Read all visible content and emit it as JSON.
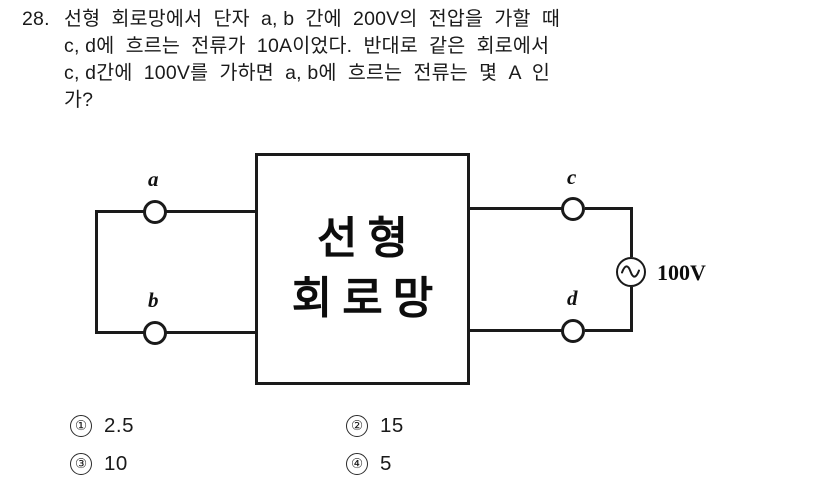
{
  "question": {
    "number": "28.",
    "lines": [
      "선형  회로망에서  단자  a, b  간에  200V의  전압을  가할  때",
      "c, d에  흐르는  전류가  10A이었다.  반대로  같은  회로에서",
      "c, d간에  100V를  가하면  a, b에  흐르는  전류는  몇  A  인",
      "가?"
    ]
  },
  "diagram": {
    "box_text_line1": "선형",
    "box_text_line2": "회로망",
    "terminals": [
      {
        "id": "a",
        "label": "a"
      },
      {
        "id": "b",
        "label": "b"
      },
      {
        "id": "c",
        "label": "c"
      },
      {
        "id": "d",
        "label": "d"
      }
    ],
    "source": {
      "symbol": "ac-source-icon",
      "label": "100V"
    },
    "ink_color": "#1a1a1a"
  },
  "options": [
    {
      "marker": "①",
      "text": "2.5"
    },
    {
      "marker": "②",
      "text": "15"
    },
    {
      "marker": "③",
      "text": "10"
    },
    {
      "marker": "④",
      "text": "5"
    }
  ]
}
